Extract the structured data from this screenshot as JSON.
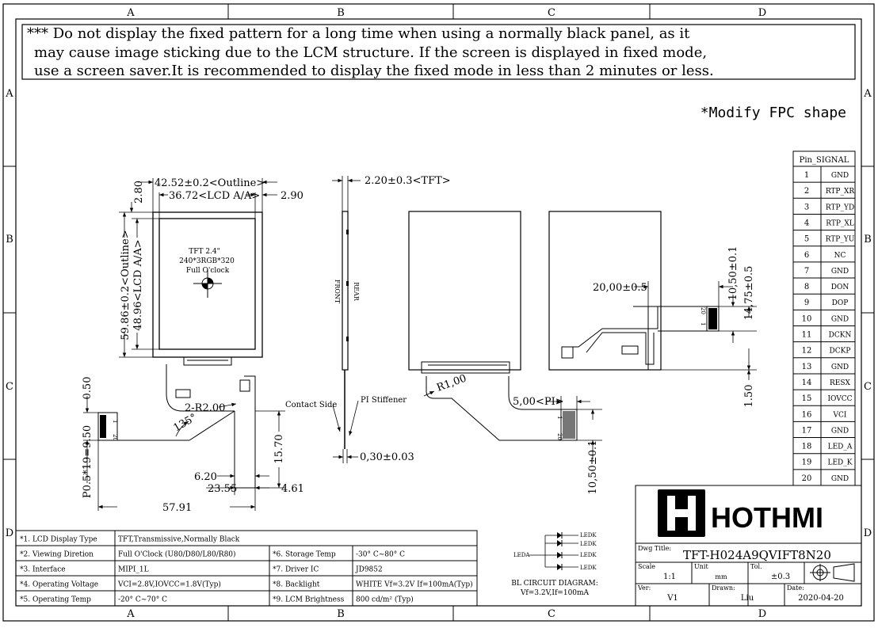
{
  "frame": {
    "col_labels": [
      "A",
      "B",
      "C",
      "D"
    ],
    "row_labels": [
      "A",
      "B",
      "C",
      "D"
    ]
  },
  "notice": {
    "line1": "*** Do not display the fixed pattern for a long time when using a normally black panel, as it",
    "line2": "may cause image sticking due to the LCM structure. If the screen is displayed in fixed mode,",
    "line3": "use a screen saver.It is recommended to display the fixed mode in less than 2 minutes or less."
  },
  "modify_note": "*Modify FPC shape",
  "front_view": {
    "dim_top_offset": "2.80",
    "dim_outline_w": "42.52±0.2<Outline>",
    "dim_aa_w": "36.72<LCD A/A>",
    "dim_right_offset": "2.90",
    "dim_outline_h": "59.86±0.2<Outline>",
    "dim_aa_h": "48.96<LCD A/A>",
    "screen_line1": "TFT 2.4\"",
    "screen_line2": "240*3RGB*320",
    "screen_line3": "Full O'clock",
    "dim_fpc_top": "0.50",
    "dim_pitch": "P0.5*19=9.50",
    "dim_radius": "2-R2.00",
    "dim_angle": "135°",
    "dim_fpc_h": "15.70",
    "dim_fpc_x1": "6.20",
    "dim_fpc_x2": "23.55",
    "dim_fpc_x3": "4.61",
    "dim_total_h": "57.91",
    "pin_1": "1",
    "pin_20": "20"
  },
  "side_view": {
    "dim_thickness": "2.20±0.3<TFT>",
    "label_front": "FRONT",
    "label_rear": "REAR",
    "label_contact": "Contact Side",
    "label_stiffener": "PI Stiffener",
    "dim_fpc_thick": "0,30±0.03"
  },
  "rear_view": {
    "dim_radius": "R1,00",
    "dim_pi": "5,00<PI>",
    "dim_width": "20,00±0.5",
    "dim_h1": "10,50±0.1",
    "dim_h2": "14,75±0.5",
    "dim_h3": "1.50",
    "dim_h4": "10,50±0.1",
    "pin_1": "1",
    "pin_20": "20"
  },
  "pin_table": {
    "header": "Pin_SIGNAL",
    "rows": [
      {
        "no": "1",
        "sig": "GND"
      },
      {
        "no": "2",
        "sig": "RTP_XR"
      },
      {
        "no": "3",
        "sig": "RTP_YD"
      },
      {
        "no": "4",
        "sig": "RTP_XL"
      },
      {
        "no": "5",
        "sig": "RTP_YU"
      },
      {
        "no": "6",
        "sig": "NC"
      },
      {
        "no": "7",
        "sig": "GND"
      },
      {
        "no": "8",
        "sig": "DON"
      },
      {
        "no": "9",
        "sig": "DOP"
      },
      {
        "no": "10",
        "sig": "GND"
      },
      {
        "no": "11",
        "sig": "DCKN"
      },
      {
        "no": "12",
        "sig": "DCKP"
      },
      {
        "no": "13",
        "sig": "GND"
      },
      {
        "no": "14",
        "sig": "RESX"
      },
      {
        "no": "15",
        "sig": "IOVCC"
      },
      {
        "no": "16",
        "sig": "VCI"
      },
      {
        "no": "17",
        "sig": "GND"
      },
      {
        "no": "18",
        "sig": "LED_A"
      },
      {
        "no": "19",
        "sig": "LED_K"
      },
      {
        "no": "20",
        "sig": "GND"
      }
    ]
  },
  "specs": [
    {
      "k1": "*1. LCD Display Type",
      "v1": "TFT,Transmissive,Normally Black",
      "k2": "",
      "v2": ""
    },
    {
      "k1": "*2. Viewing Diretion",
      "v1": "Full O'Clock (U80/D80/L80/R80)",
      "k2": "*6. Storage Temp",
      "v2": "-30° C~80° C"
    },
    {
      "k1": "*3. Interface",
      "v1": "MIPI_1L",
      "k2": "*7. Driver IC",
      "v2": "JD9852"
    },
    {
      "k1": "*4. Operating Voltage",
      "v1": "VCI=2.8V,IOVCC=1.8V(Typ)",
      "k2": "*8. Backlight",
      "v2": "WHITE Vf=3.2V If=100mA(Typ)"
    },
    {
      "k1": "*5. Operating Temp",
      "v1": "-20° C~70° C",
      "k2": "*9. LCM Brightness",
      "v2": "800 cd/m² (Typ)"
    }
  ],
  "bl_circuit": {
    "leda": "LEDA",
    "ledk": "LEDK",
    "title": "BL CIRCUIT DIAGRAM:",
    "spec": "Vf=3.2V,If=100mA"
  },
  "title_block": {
    "brand": "HOTHMI",
    "dwg_title_label": "Dwg Title:",
    "dwg_title": "TFT-H024A9QVIFT8N20",
    "scale_label": "Scale",
    "scale": "1:1",
    "unit_label": "Unit",
    "unit": "mm",
    "tol_label": "Tol.",
    "tol": "±0.3",
    "ver_label": "Ver:",
    "ver": "V1",
    "drawn_label": "Drawn:",
    "drawn": "Liu",
    "date_label": "Date:",
    "date": "2020-04-20"
  }
}
